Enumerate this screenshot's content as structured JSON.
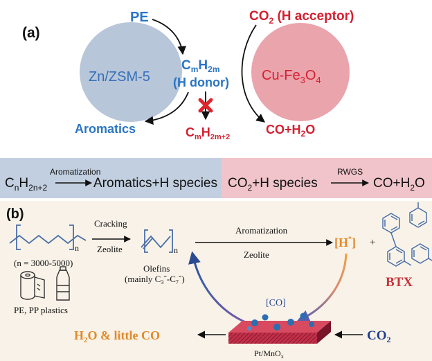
{
  "panel_a": {
    "label": "(a)",
    "pe": "PE",
    "co2_base": "CO",
    "co2_sub": "2",
    "co2_suffix": " (H acceptor)",
    "zn_zsm5": "Zn/ZSM-5",
    "cu_fe3o4_base": "Cu-Fe",
    "cu_fe3o4_sub": "3",
    "cu_fe3o4_end": "O",
    "cu_fe3o4_sub2": "4",
    "cmh2m_c": "C",
    "cmh2m_m": "m",
    "cmh2m_h": "H",
    "cmh2m_2m": "2m",
    "h_donor": "(H donor)",
    "aromatics": "Aromatics",
    "alkane_c": "C",
    "alkane_m": "m",
    "alkane_h": "H",
    "alkane_sub": "2m+2",
    "co_h2o_base": "CO+H",
    "co_h2o_sub": "2",
    "co_h2o_end": "O"
  },
  "band": {
    "left_c": "C",
    "left_n": "n",
    "left_h": "H",
    "left_sub": "2n+2",
    "aromatization": "Aromatization",
    "left_product": "Aromatics+H species",
    "right_reactant_base": "CO",
    "right_reactant_sub": "2",
    "right_reactant_end": "+H species",
    "rwgs": "RWGS",
    "right_product_base": "CO+H",
    "right_product_sub": "2",
    "right_product_end": "O"
  },
  "panel_b": {
    "label": "(b)",
    "polymer_n": "n",
    "n_range": "(n = 3000-5000)",
    "plastics": "PE, PP plastics",
    "cracking": "Cracking",
    "zeolite1": "Zeolite",
    "olefin_n": "n",
    "olefins": "Olefins",
    "mainly_prefix": "(mainly C",
    "mainly_sub1": "3",
    "mainly_sup1": "=",
    "mainly_dash": "-C",
    "mainly_sub2": "7",
    "mainly_sup2": "=",
    "mainly_close": ")",
    "aromatization": "Aromatization",
    "zeolite2": "Zeolite",
    "h_star": "[H",
    "h_star_sup": "*",
    "h_star_close": "]",
    "plus": "+",
    "btx": "BTX",
    "co_bracket": "[CO]",
    "catalyst_base": "Pt/MnO",
    "catalyst_sub": "x",
    "h2o_base": "H",
    "h2o_sub": "2",
    "h2o_end": "O & little CO",
    "co2_base": "CO",
    "co2_sub": "2"
  },
  "colors": {
    "blue_text": "#2a75c4",
    "red_text": "#d42030",
    "gray_circle": "#b8c6da",
    "pink_circle": "#eaa4ac",
    "band_blue": "#c2cfe0",
    "band_pink": "#f0c4ca",
    "panel_b_bg": "#f8f2e8",
    "orange": "#e08a2a",
    "navy": "#1f3f8a",
    "btx_red": "#c8323a",
    "molecule_blue": "#4a6fa8"
  }
}
